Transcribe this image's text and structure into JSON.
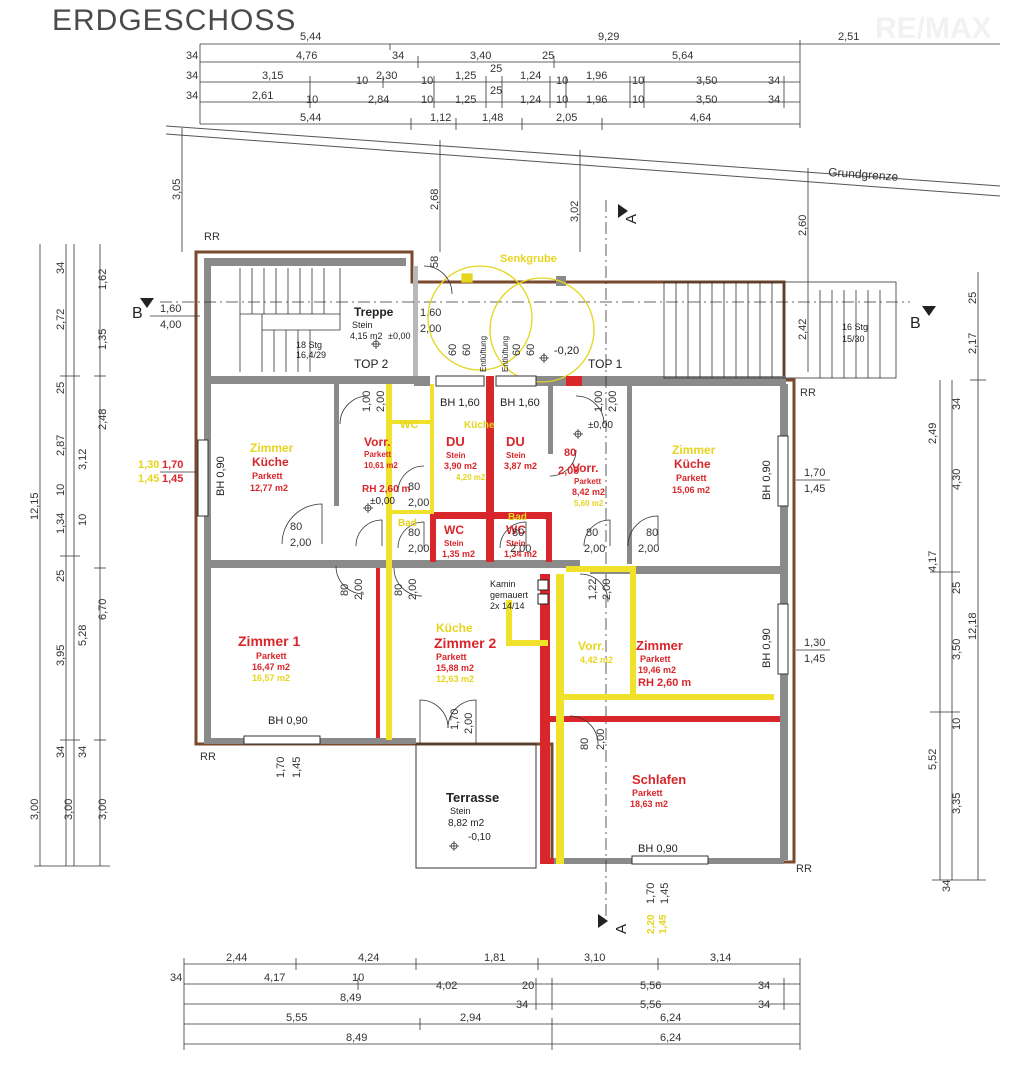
{
  "title": "ERDGESCHOSS",
  "watermark": "RE/MAX",
  "boundary_label": "Grundgrenze",
  "section_labels": {
    "b_left": "B",
    "b_right": "B",
    "a_top": "A",
    "a_bottom": "A"
  },
  "top_dims": {
    "row1": [
      "5,44",
      "9,29",
      "2,51"
    ],
    "row2": [
      "34",
      "4,76",
      "34",
      "3,40",
      "25",
      "5,64"
    ],
    "row3": [
      "34",
      "3,15",
      "10",
      "2,30",
      "10",
      "1,25",
      "25",
      "1,24",
      "10",
      "1,96",
      "10",
      "3,50",
      "34"
    ],
    "row4": [
      "34",
      "2,61",
      "10",
      "2,84",
      "10",
      "1,25",
      "25",
      "1,24",
      "10",
      "1,96",
      "10",
      "3,50",
      "34"
    ],
    "row5": [
      "5,44",
      "1,12",
      "1,48",
      "2,05",
      "4,64"
    ],
    "offsets": [
      "3,05",
      "2,68",
      "3,02",
      "2,60",
      "58"
    ]
  },
  "bottom_dims": {
    "row1": [
      "2,44",
      "4,24",
      "1,81",
      "3,10",
      "3,14"
    ],
    "row2": [
      "34",
      "4,17",
      "10",
      "4,02",
      "20",
      "5,56",
      "34"
    ],
    "row3": [
      "8,49",
      "34",
      "5,56",
      "34"
    ],
    "row4": [
      "5,55",
      "2,94",
      "6,24"
    ],
    "row5": [
      "8,49",
      "6,24"
    ]
  },
  "left_dims": {
    "col1": [
      "12,15"
    ],
    "col2": [
      "34",
      "2,72",
      "25",
      "2,87",
      "10",
      "1,34",
      "25",
      "3,95",
      "34",
      "3,00"
    ],
    "col3": [
      "1,62",
      "1,35",
      "2,48",
      "3,12",
      "10",
      "5,28",
      "34",
      "3,00"
    ],
    "col4": [
      "6,70",
      "3,00"
    ]
  },
  "right_dims": {
    "col1": [
      "25",
      "2,17",
      "12,18"
    ],
    "col2": [
      "34",
      "4,30",
      "25",
      "3,50",
      "10",
      "3,35",
      "34"
    ],
    "col3": [
      "2,49",
      "4,17",
      "5,52"
    ]
  },
  "rooms": {
    "treppe": {
      "name": "Treppe",
      "floor": "Stein",
      "area": "4,15 m2",
      "level": "±0,00"
    },
    "stair_left": {
      "line1": "18 Stg",
      "line2": "16,4/29"
    },
    "stair_right": {
      "line1": "16 Stg",
      "line2": "15/30"
    },
    "top2": "TOP 2",
    "top1": "TOP 1",
    "senkgrube": "Senkgrube",
    "entlueftung": "Entlüftung",
    "level_outside": "-0,20",
    "zimmer_kueche_left": {
      "name1": "Zimmer",
      "name2": "Küche",
      "floor": "Parkett",
      "area": "12,77 m2"
    },
    "vorr_left": {
      "name": "Vorr.",
      "floor": "Parkett",
      "area": "10,61 m2",
      "height": "RH 2,60 m",
      "level": "±0,00"
    },
    "du_left": {
      "name": "DU",
      "floor": "Stein",
      "area": "3,90 m2"
    },
    "du_right": {
      "name": "DU",
      "floor": "Stein",
      "area": "3,87 m2"
    },
    "vorr_right": {
      "name": "Vorr.",
      "floor": "Parkett",
      "area": "8,42 m2",
      "level": "±0,00"
    },
    "zimmer_kueche_right": {
      "name1": "Zimmer",
      "name2": "Küche",
      "floor": "Parkett",
      "area": "15,06 m2"
    },
    "wc_left": {
      "name": "WC",
      "floor": "Stein",
      "area": "1,35 m2"
    },
    "wc_right": {
      "name": "WC",
      "floor": "Stein",
      "area": "1,34 m2"
    },
    "zimmer1": {
      "name": "Zimmer 1",
      "floor": "Parkett",
      "area": "16,47 m2",
      "old_area": "16,57 m2"
    },
    "zimmer2": {
      "name0": "Küche",
      "name": "Zimmer 2",
      "floor": "Parkett",
      "area": "15,88 m2",
      "old_area": "12,63 m2"
    },
    "kamin": {
      "line1": "Kamin",
      "line2": "gemauert",
      "line3": "2x 14/14"
    },
    "vorr_mid": {
      "name": "Vorr.",
      "area": "4,42 m2"
    },
    "zimmer_right": {
      "name": "Zimmer",
      "floor": "Parkett",
      "area": "19,46 m2",
      "height": "RH 2,60 m"
    },
    "terrasse": {
      "name": "Terrasse",
      "floor": "Stein",
      "area": "8,82 m2",
      "level": "-0,10"
    },
    "schlafen": {
      "name": "Schlafen",
      "floor": "Parkett",
      "area": "18,63 m2"
    }
  },
  "yellow_notes": {
    "wc": "WC",
    "kueche_top": "Küche",
    "bad": "Bad",
    "bad2": "Bad",
    "old_du": "4,20 m2",
    "old_vorr": "5,60 m2",
    "left_win1": "1,30",
    "left_win2": "1,45"
  },
  "labels": {
    "bh_160_a": "BH 1,60",
    "bh_160_b": "BH 1,60",
    "bh_090": "BH 0,90",
    "rr": "RR",
    "w160": "1,60",
    "w400": "4,00",
    "w170": "1,70",
    "w145": "1,45",
    "w130": "1,30",
    "w220": "2,20",
    "d80": "80",
    "d200": "2,00",
    "d100": "1,00",
    "d60": "60",
    "d122": "1,22"
  }
}
